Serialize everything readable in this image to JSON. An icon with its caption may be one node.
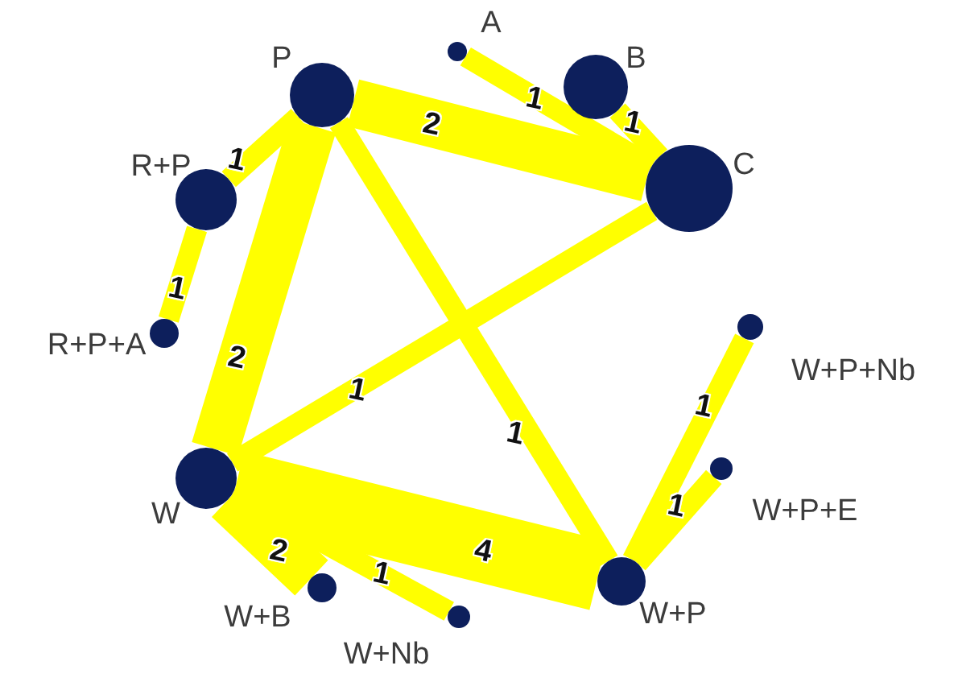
{
  "diagram": {
    "nodes": [
      {
        "text": [
          "P"
        ]
      },
      {
        "text": [
          "A"
        ]
      },
      {
        "text": [
          "B"
        ]
      },
      {
        "text": [
          "C"
        ]
      },
      {
        "text": [
          "R+P"
        ]
      },
      {
        "text": [
          "R+P+A"
        ]
      },
      {
        "text": [
          "W"
        ]
      },
      {
        "text": [
          "W+B"
        ]
      },
      {
        "text": [
          "W+Nb"
        ]
      },
      {
        "text": [
          "W+P"
        ]
      },
      {
        "text": [
          "W+P+E"
        ]
      },
      {
        "text": [
          "W+P+Nb"
        ]
      }
    ],
    "edges": [
      {
        "from": 0,
        "to": 3,
        "arrow": "none",
        "label": "2",
        "style": "thick"
      },
      {
        "from": 1,
        "to": 3,
        "arrow": "none",
        "label": "1"
      },
      {
        "from": 2,
        "to": 3,
        "arrow": "none",
        "label": "1"
      },
      {
        "from": 0,
        "to": 4,
        "arrow": "none",
        "label": "1"
      },
      {
        "from": 4,
        "to": 5,
        "arrow": "none",
        "label": "1"
      },
      {
        "from": 0,
        "to": 6,
        "arrow": "none",
        "label": "2",
        "style": "thick"
      },
      {
        "from": 6,
        "to": 3,
        "arrow": "none",
        "label": "1"
      },
      {
        "from": 0,
        "to": 9,
        "arrow": "none",
        "label": "1"
      },
      {
        "from": 6,
        "to": 9,
        "arrow": "none",
        "label": "4",
        "style": "thick"
      },
      {
        "from": 6,
        "to": 7,
        "arrow": "none",
        "label": "2",
        "style": "thick"
      },
      {
        "from": 6,
        "to": 8,
        "arrow": "none",
        "label": "1"
      },
      {
        "from": 9,
        "to": 11,
        "arrow": "none",
        "label": "1"
      },
      {
        "from": 9,
        "to": 10,
        "arrow": "none",
        "label": "1"
      }
    ]
  }
}
